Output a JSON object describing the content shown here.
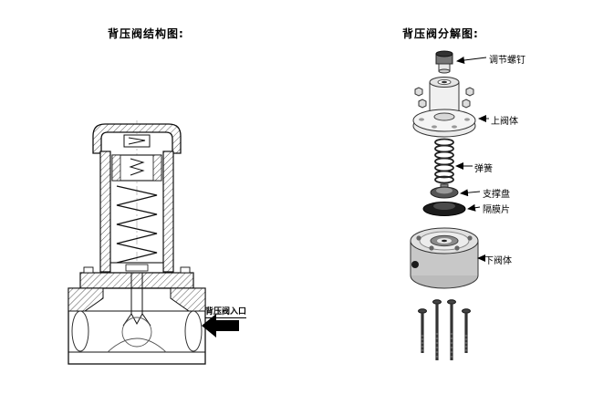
{
  "page": {
    "background": "#ffffff",
    "ink_color": "#111111",
    "arrow_color": "#000000"
  },
  "structure_panel": {
    "title": "背压阀结构图:",
    "inlet_label": "背压阀入口"
  },
  "exploded_panel": {
    "title": "背压阀分解图:",
    "part_labels": {
      "adjust_screw": "调节螺钉",
      "upper_body": "上阀体",
      "spring": "弹簧",
      "support_disc": "支撑盘",
      "diaphragm": "隔膜片",
      "lower_body": "下阀体"
    }
  }
}
